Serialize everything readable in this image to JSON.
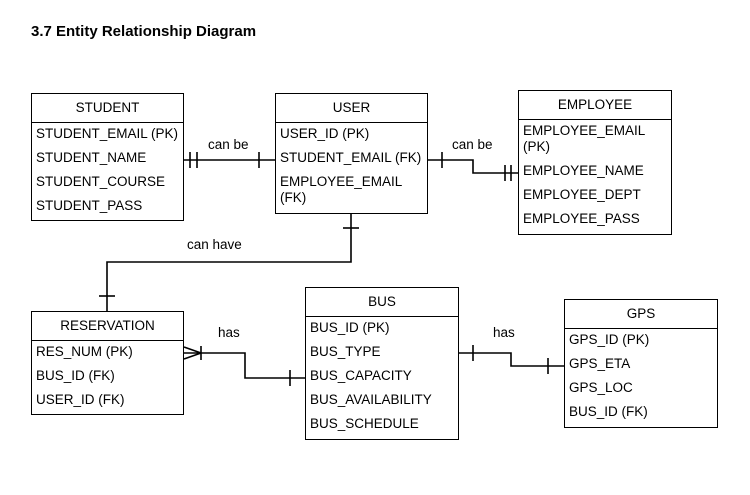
{
  "heading": "3.7 Entity Relationship Diagram",
  "entities": {
    "student": {
      "title": "STUDENT",
      "attrs": [
        "STUDENT_EMAIL (PK)",
        "STUDENT_NAME",
        "STUDENT_COURSE",
        "STUDENT_PASS"
      ]
    },
    "user": {
      "title": "USER",
      "attrs": [
        "USER_ID (PK)",
        "STUDENT_EMAIL (FK)",
        "EMPLOYEE_EMAIL (FK)"
      ]
    },
    "employee": {
      "title": "EMPLOYEE",
      "attrs": [
        "EMPLOYEE_EMAIL (PK)",
        "EMPLOYEE_NAME",
        "EMPLOYEE_DEPT",
        "EMPLOYEE_PASS"
      ]
    },
    "reservation": {
      "title": "RESERVATION",
      "attrs": [
        "RES_NUM (PK)",
        "BUS_ID (FK)",
        "USER_ID (FK)"
      ]
    },
    "bus": {
      "title": "BUS",
      "attrs": [
        "BUS_ID (PK)",
        "BUS_TYPE",
        "BUS_CAPACITY",
        "BUS_AVAILABILITY",
        "BUS_SCHEDULE"
      ]
    },
    "gps": {
      "title": "GPS",
      "attrs": [
        "GPS_ID (PK)",
        "GPS_ETA",
        "GPS_LOC",
        "BUS_ID (FK)"
      ]
    }
  },
  "relationships": {
    "student_user": "can be",
    "user_employee": "can be",
    "user_reservation": "can have",
    "reservation_bus": "has",
    "bus_gps": "has"
  }
}
